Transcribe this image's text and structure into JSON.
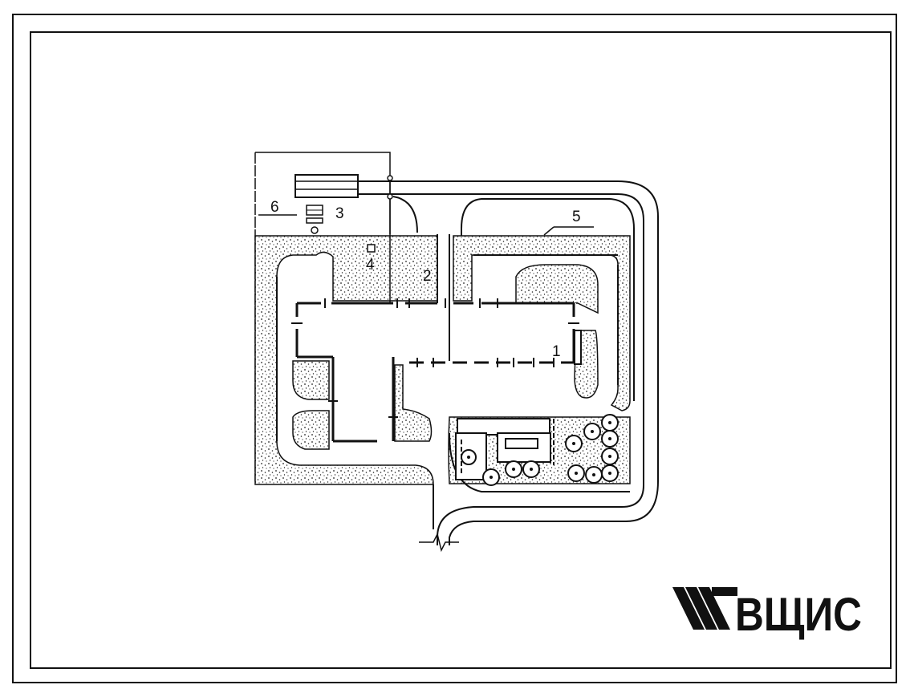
{
  "drawing": {
    "callouts": {
      "c1": "1",
      "c2": "2",
      "c3": "3",
      "c4": "4",
      "c5": "5",
      "c6": "6"
    }
  },
  "logo": {
    "text": "ВЩИС"
  },
  "colors": {
    "ink": "#111111",
    "fill": "#d6d6d6"
  }
}
